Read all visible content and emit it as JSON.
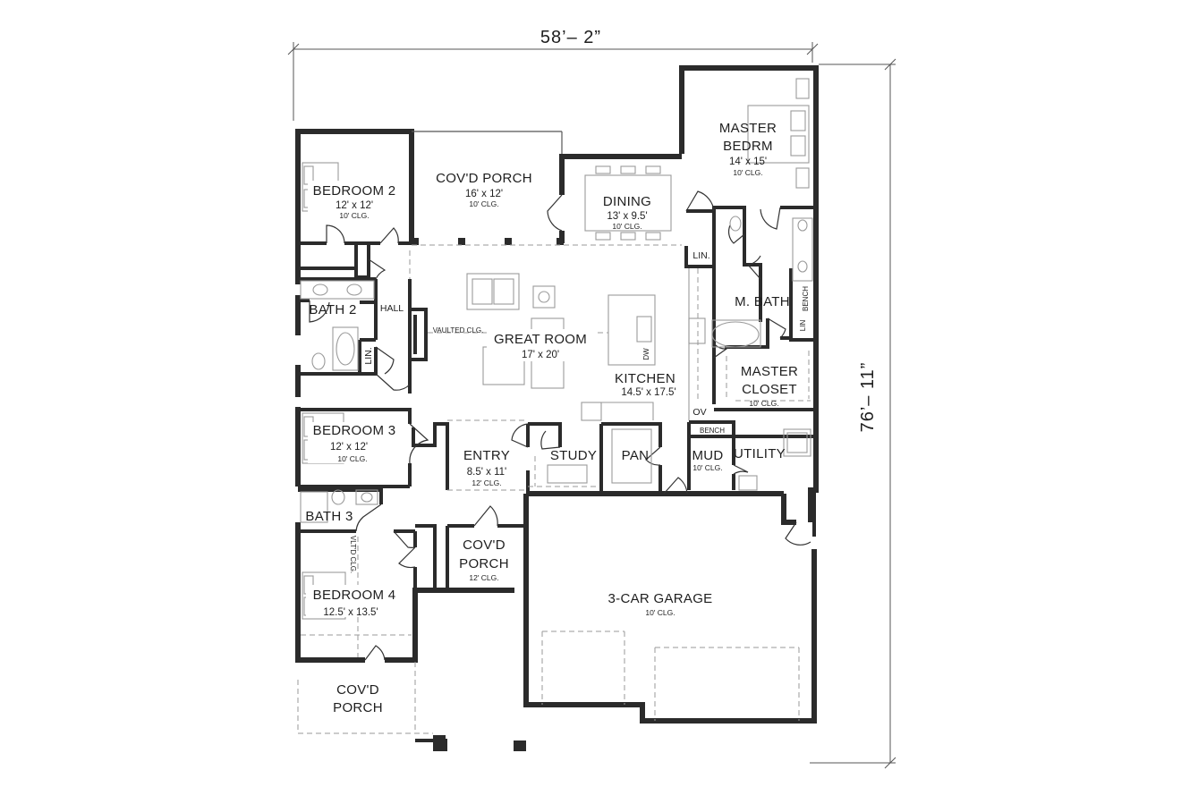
{
  "dimensions": {
    "width": "58’– 2”",
    "depth": "76’– 11”"
  },
  "rooms": {
    "master_bedroom": {
      "name_line1": "MASTER",
      "name_line2": "BEDRM",
      "size": "14' x 15'",
      "ceiling": "10' CLG."
    },
    "covd_porch_rear": {
      "name": "COV'D PORCH",
      "size": "16' x 12'",
      "ceiling": "10' CLG."
    },
    "dining": {
      "name": "DINING",
      "size": "13' x 9.5'",
      "ceiling": "10' CLG."
    },
    "bedroom2": {
      "name": "BEDROOM 2",
      "size": "12' x 12'",
      "ceiling": "10' CLG."
    },
    "bath2": {
      "name": "BATH 2"
    },
    "hall": {
      "name": "HALL"
    },
    "great_room": {
      "name": "GREAT ROOM",
      "size": "17' x 20'",
      "ceiling": "VAULTED CLG."
    },
    "kitchen": {
      "name": "KITCHEN",
      "size": "14.5' x 17.5'"
    },
    "master_bath": {
      "name": "M. BATH"
    },
    "master_closet": {
      "name_line1": "MASTER",
      "name_line2": "CLOSET",
      "ceiling": "10' CLG."
    },
    "bedroom3": {
      "name": "BEDROOM 3",
      "size": "12' x 12'",
      "ceiling": "10' CLG."
    },
    "entry": {
      "name": "ENTRY",
      "size": "8.5' x 11'",
      "ceiling": "12' CLG."
    },
    "study": {
      "name": "STUDY"
    },
    "pantry": {
      "name": "PAN"
    },
    "mud": {
      "name": "MUD",
      "ceiling": "10' CLG."
    },
    "utility": {
      "name": "UTILITY"
    },
    "bath3": {
      "name": "BATH 3"
    },
    "covd_porch_front": {
      "name_line1": "COV'D",
      "name_line2": "PORCH",
      "ceiling": "12' CLG."
    },
    "bedroom4": {
      "name": "BEDROOM 4",
      "size": "12.5' x 13.5'",
      "ceiling": "VLT'D CLG."
    },
    "covd_porch_side": {
      "name_line1": "COV'D",
      "name_line2": "PORCH"
    },
    "garage": {
      "name": "3-CAR GARAGE",
      "ceiling": "10' CLG."
    }
  },
  "labels": {
    "lin_master": "LIN.",
    "lin_mbath": "LIN",
    "lin_hall": "LIN.",
    "bench_mbath": "BENCH",
    "bench_mud": "BENCH",
    "oven": "OV",
    "dw": "DW"
  }
}
